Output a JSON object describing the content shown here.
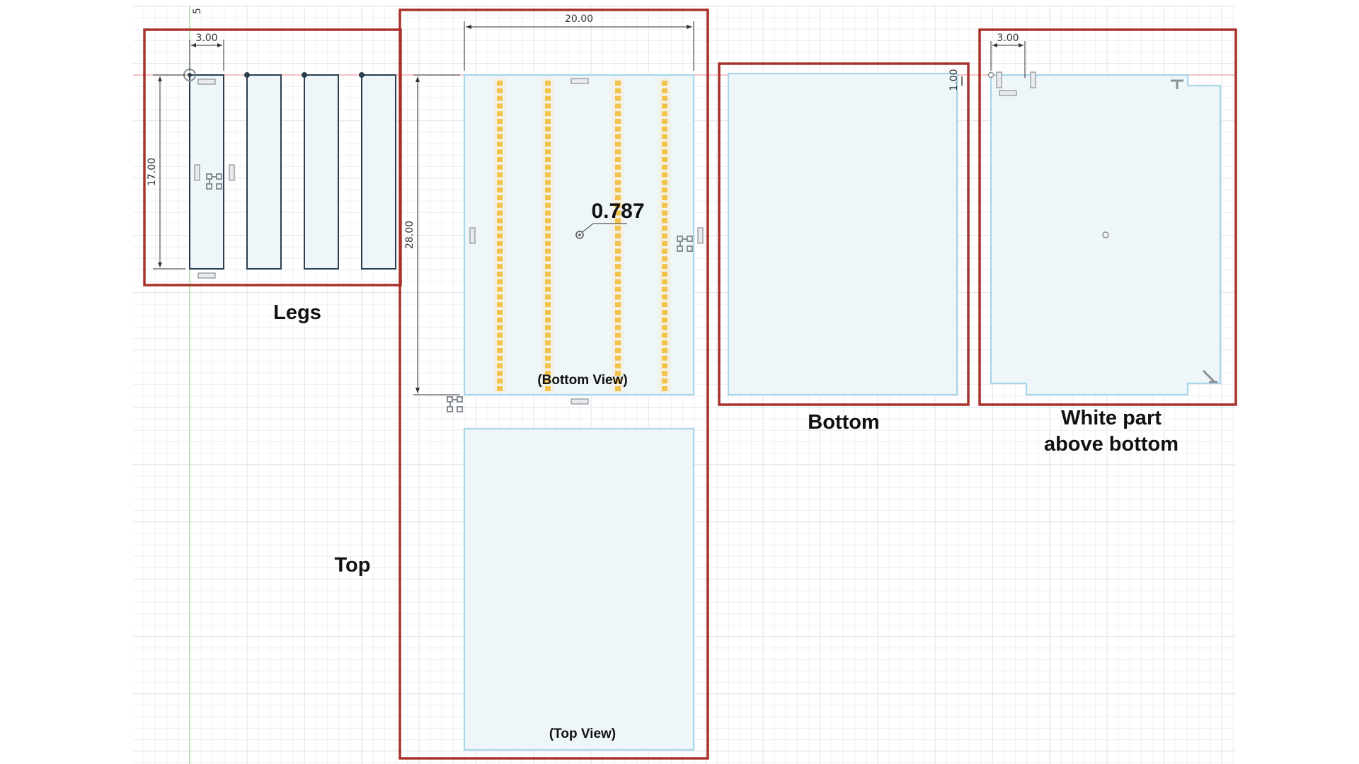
{
  "dimensions": {
    "legs_width": "3.00",
    "legs_height": "17.00",
    "top_width": "20.00",
    "top_height": "28.00",
    "center_value": "0.787",
    "white_width": "3.00",
    "white_offset": "1.00",
    "axis_tick": "5"
  },
  "labels": {
    "legs": "Legs",
    "top": "Top",
    "bottom_view": "(Bottom View)",
    "top_view": "(Top View)",
    "bottom": "Bottom",
    "white_line1": "White part",
    "white_line2": "above bottom"
  },
  "colors": {
    "highlight_box": "#a8322a",
    "sketch_outline": "#a9d6ea",
    "sketch_fill": "#eef6fa",
    "legs_outline": "#2d3e4e",
    "led_strip": "#f2c24a",
    "grid_minor": "#eceff2",
    "grid_major": "#dde2e7",
    "axis_red": "#f2a0a0",
    "axis_green": "#a4d99a"
  }
}
